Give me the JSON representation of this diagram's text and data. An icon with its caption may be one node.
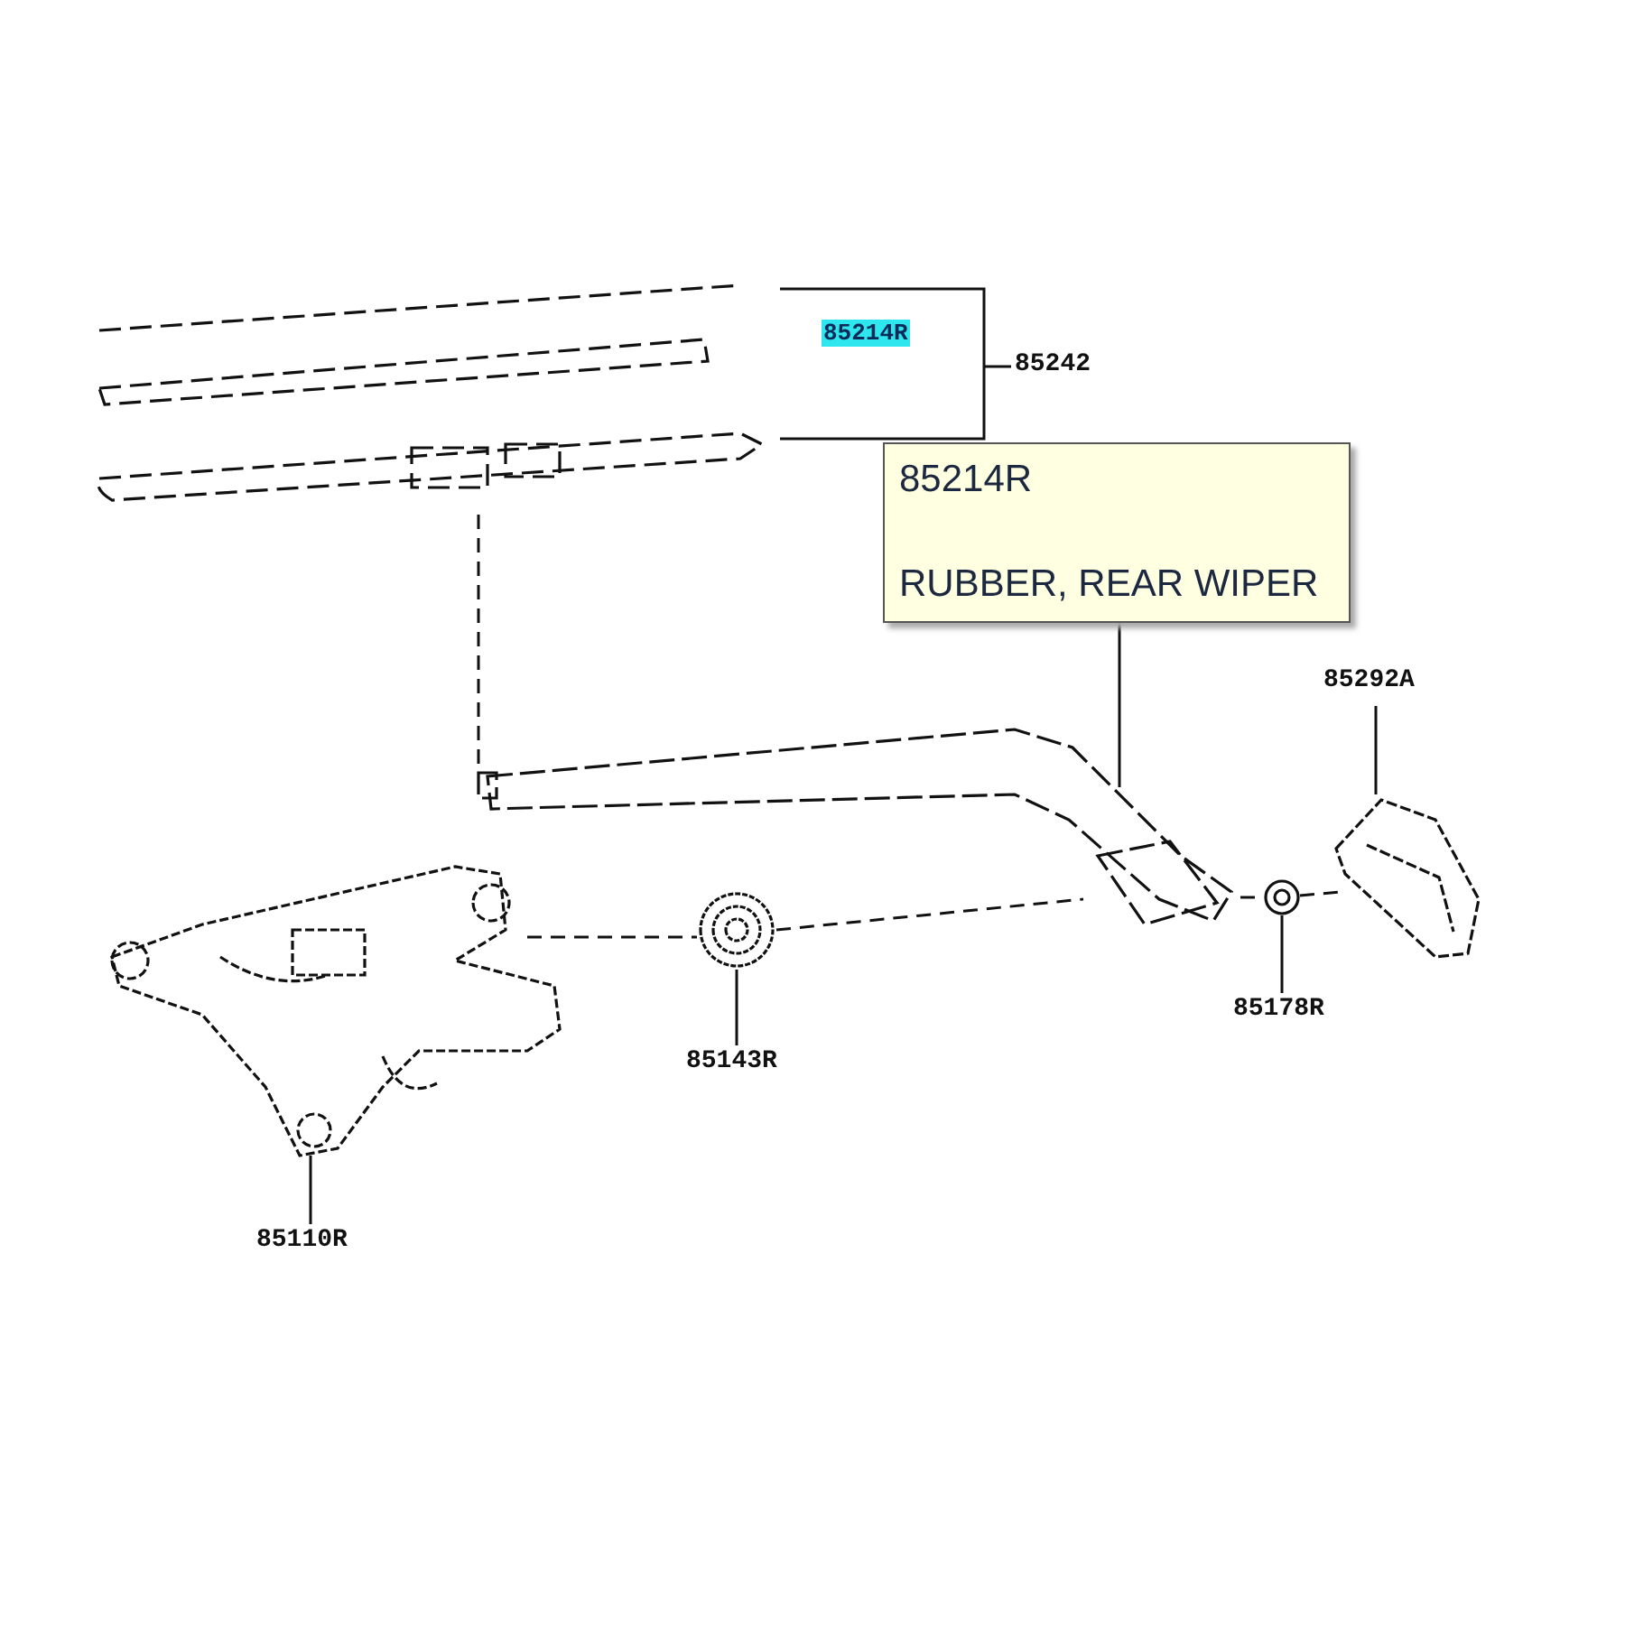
{
  "diagram": {
    "nodes": [
      {
        "text": [],
        "shape": "picture"
      },
      {
        "text": [
          "85242"
        ]
      },
      {
        "text": [
          "85214R",
          "RUBBER, REAR WIPER"
        ]
      },
      {
        "text": [],
        "shape": "picture"
      },
      {
        "text": [
          "85292A"
        ]
      },
      {
        "text": [],
        "shape": "picture"
      },
      {
        "text": [],
        "shape": "picture"
      },
      {
        "text": [],
        "shape": "picture"
      },
      {
        "text": [],
        "shape": "picture"
      },
      {
        "text": [
          "85143R"
        ]
      },
      {
        "text": [
          "85178R"
        ]
      },
      {
        "text": [
          "85110R"
        ]
      }
    ],
    "edges": [
      {
        "from": 1,
        "to": 0,
        "arrow": "none"
      },
      {
        "from": 2,
        "to": 3,
        "arrow": "none"
      },
      {
        "from": 4,
        "to": 5,
        "arrow": "none"
      },
      {
        "from": 9,
        "to": 7,
        "arrow": "none"
      },
      {
        "from": 10,
        "to": 8,
        "arrow": "none"
      },
      {
        "from": 11,
        "to": 6,
        "arrow": "none"
      },
      {
        "from": 0,
        "to": 3,
        "arrow": "none",
        "style": "dashed"
      },
      {
        "from": 6,
        "to": 7,
        "arrow": "none",
        "style": "dashed"
      },
      {
        "from": 7,
        "to": 3,
        "arrow": "none",
        "style": "dashed"
      },
      {
        "from": 3,
        "to": 8,
        "arrow": "none",
        "style": "dashed"
      },
      {
        "from": 8,
        "to": 5,
        "arrow": "none",
        "style": "dashed"
      }
    ],
    "labels": [
      "85214R"
    ]
  }
}
